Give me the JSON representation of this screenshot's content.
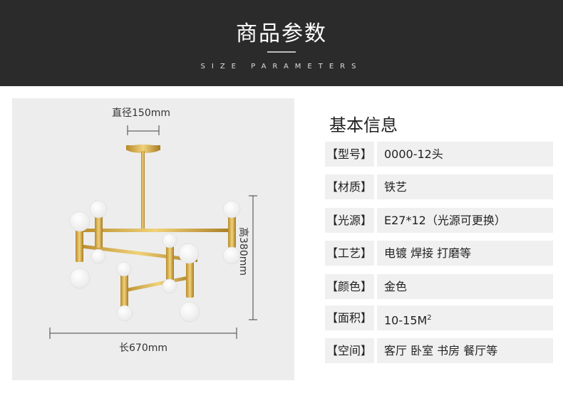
{
  "header": {
    "title": "商品参数",
    "subtitle": "SIZE PARAMETERS"
  },
  "dimensions": {
    "top": "直径150mm",
    "right": "高380mm",
    "bottom": "长670mm"
  },
  "info": {
    "title": "基本信息",
    "rows": [
      {
        "key": "【型号】",
        "value": "0000-12头"
      },
      {
        "key": "【材质】",
        "value": "铁艺"
      },
      {
        "key": "【光源】",
        "value": "E27*12（光源可更换）"
      },
      {
        "key": "【工艺】",
        "value": "电镀  焊接  打磨等"
      },
      {
        "key": "【颜色】",
        "value": "金色"
      },
      {
        "key": "【面积】",
        "value": "10-15M",
        "sup": "2"
      },
      {
        "key": "【空间】",
        "value": "客厅  卧室  书房  餐厅等"
      }
    ]
  },
  "colors": {
    "header_bg": "#2b2b2b",
    "row_bg": "#f0f0f0",
    "gold": "#c9a13c"
  }
}
